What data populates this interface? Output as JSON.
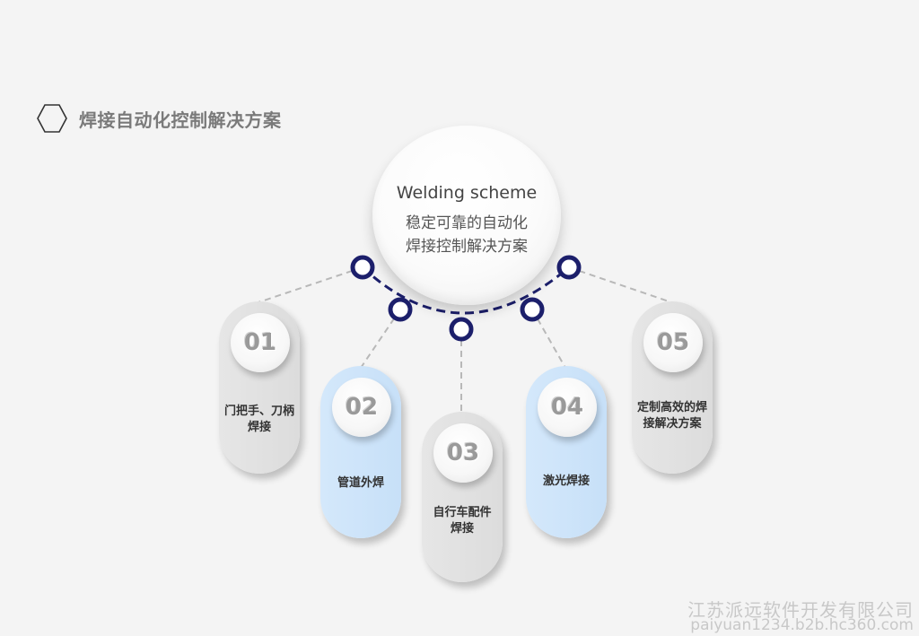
{
  "header": {
    "icon": "hexagon-icon",
    "title": "焊接自动化控制解决方案"
  },
  "hub": {
    "title_en": "Welding scheme",
    "title_cn_line1": "稳定可靠的自动化",
    "title_cn_line2": "焊接控制解决方案"
  },
  "steps": [
    {
      "number": "01",
      "line1": "门把手、刀柄",
      "line2": "焊接",
      "style": "gray"
    },
    {
      "number": "02",
      "line1": "管道外焊",
      "line2": "",
      "style": "blue"
    },
    {
      "number": "03",
      "line1": "自行车配件",
      "line2": "焊接",
      "style": "gray"
    },
    {
      "number": "04",
      "line1": "激光焊接",
      "line2": "",
      "style": "blue"
    },
    {
      "number": "05",
      "line1": "定制高效的焊",
      "line2": "接解决方案",
      "style": "gray"
    }
  ],
  "colors": {
    "accent": "#1c1f6b",
    "blue_pillar": "#cfe4fa",
    "gray_pillar": "#e2e2e2",
    "title_gray": "#7a7a7a"
  },
  "watermark": {
    "line1": "江苏派远软件开发有限公司",
    "line2": "paiyuan1234.b2b.hc360.com"
  }
}
